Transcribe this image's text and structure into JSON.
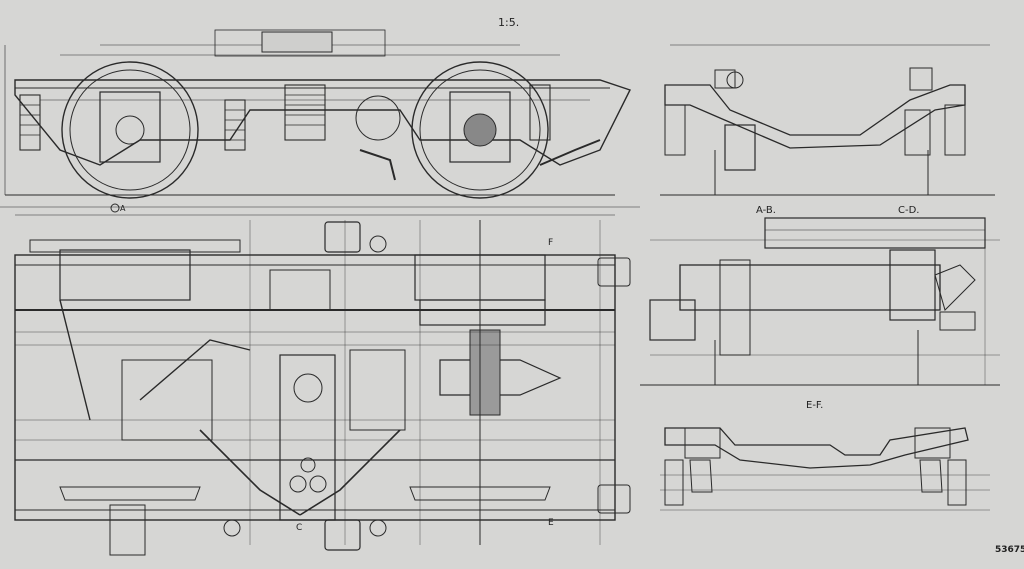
{
  "sheet": {
    "scale_label": "1:5.",
    "drawing_number": "53675.",
    "colors": {
      "paper": "#d6d6d4",
      "line": "#2a2a2a",
      "dim_line": "#555555"
    }
  },
  "sections": {
    "ab_label": "A-B.",
    "cd_label": "C-D.",
    "ef_label": "E-F."
  },
  "cut_marks": {
    "f_mark": "F",
    "e_mark": "E",
    "c_mark": "C",
    "a_mark": "A"
  }
}
